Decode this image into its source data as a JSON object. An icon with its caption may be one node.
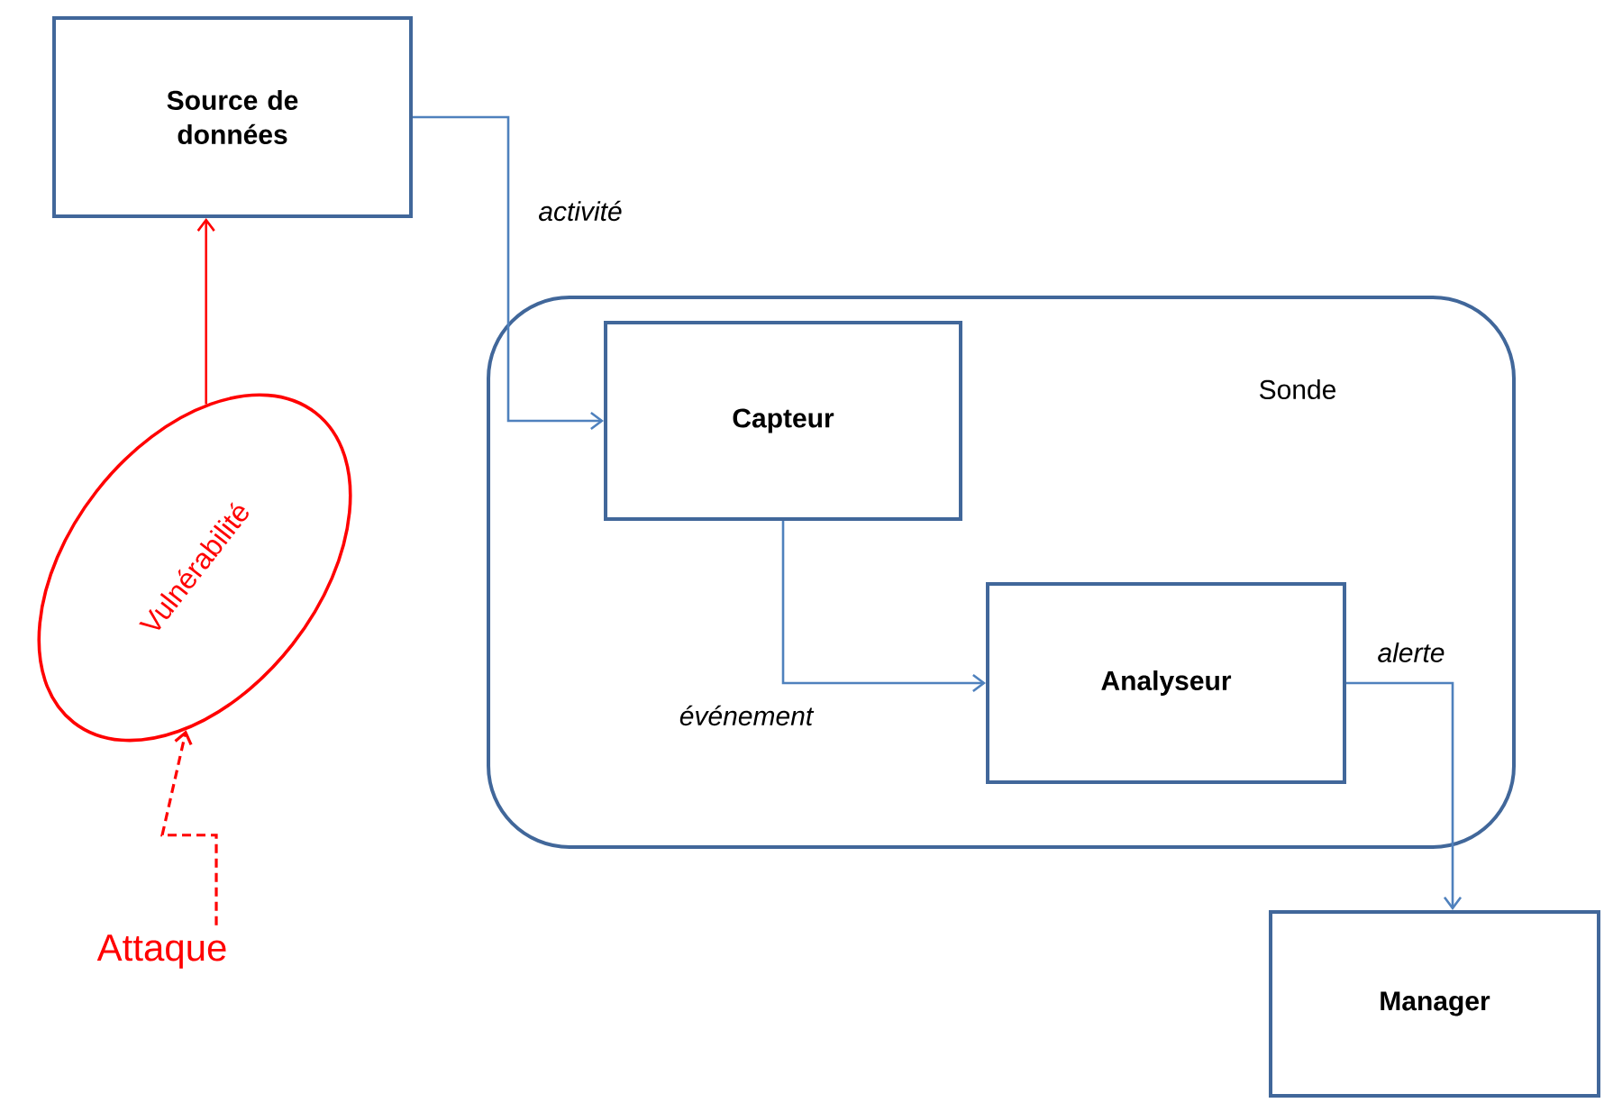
{
  "diagram": {
    "nodes": [
      {
        "text": [
          "Source de données"
        ]
      },
      {
        "text": [
          "Sonde"
        ]
      },
      {
        "text": [
          "Capteur"
        ],
        "in": 1
      },
      {
        "text": [
          "Analyseur"
        ],
        "in": 1
      },
      {
        "text": [
          "Vulnérabilité"
        ]
      },
      {
        "text": [
          "Attaque"
        ]
      },
      {
        "text": [
          "Manager"
        ]
      }
    ],
    "edges": [
      {
        "from": 0,
        "to": 2,
        "arrow": "to",
        "label": "activité"
      },
      {
        "from": 2,
        "to": 3,
        "arrow": "to",
        "label": "événement"
      },
      {
        "from": 3,
        "to": 6,
        "arrow": "to",
        "label": "alerte"
      },
      {
        "from": 4,
        "to": 0,
        "arrow": "to",
        "color": "#ff0000"
      },
      {
        "from": 5,
        "to": 4,
        "arrow": "to",
        "color": "#ff0000",
        "style": "dashed"
      }
    ]
  }
}
